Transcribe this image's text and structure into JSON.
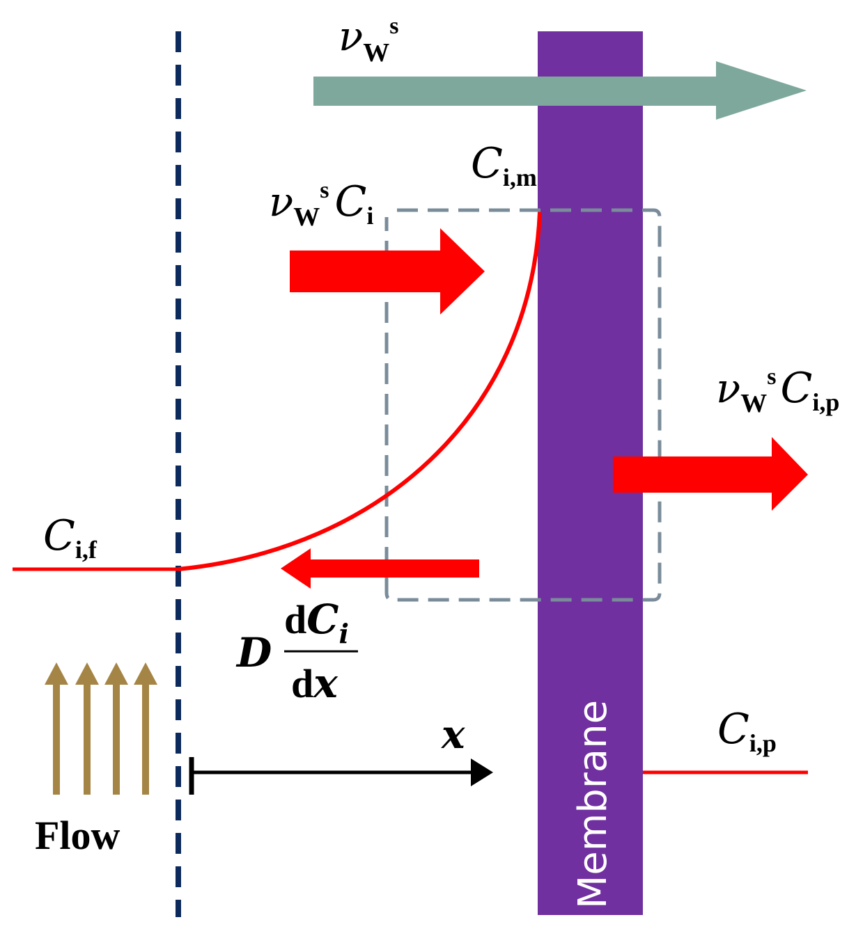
{
  "colors": {
    "membrane": "#7030a0",
    "water_flux_arrow": "#7ea89c",
    "solute_arrow": "#ff0000",
    "profile_curve": "#ff0000",
    "boundary_line": "#0d2a5c",
    "control_volume": "#7a8c9a",
    "flow_arrows": "#a58545",
    "axis": "#000000"
  },
  "labels": {
    "water_flux": {
      "symbol": "ν",
      "sub": "W",
      "sup": "s"
    },
    "membrane_conc": {
      "symbol": "C",
      "sub": "i,m"
    },
    "convective_flux": {
      "symbol": "ν",
      "sub": "W",
      "sup": "s",
      "conc": "C",
      "conc_sub": "i"
    },
    "permeate_flux": {
      "symbol": "ν",
      "sub": "W",
      "sup": "s",
      "conc": "C",
      "conc_sub": "i,p"
    },
    "feed_conc": {
      "symbol": "C",
      "sub": "i,f"
    },
    "diffusion": {
      "coef": "D",
      "num_d": "d",
      "num_c": "C",
      "num_sub": "i",
      "den_d": "d",
      "den_x": "x"
    },
    "axis": "x",
    "permeate_conc": {
      "symbol": "C",
      "sub": "i,p"
    },
    "flow": "Flow",
    "membrane": "Membrane"
  }
}
